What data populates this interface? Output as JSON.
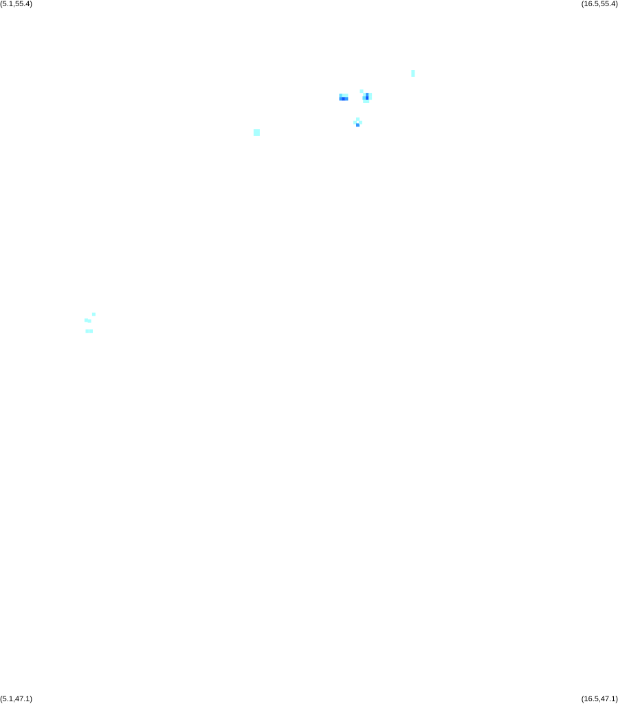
{
  "map": {
    "corners": {
      "top_left": "(5.1,55.4)",
      "top_right": "(16.5,55.4)",
      "bottom_left": "(5.1,47.1)",
      "bottom_right": "(16.5,47.1)"
    },
    "extent": {
      "lon_min": 5.1,
      "lon_max": 16.5,
      "lat_min": 47.1,
      "lat_max": 55.4
    },
    "colors": {
      "background": "#ffffff",
      "low": "#aaffff",
      "low_mid": "#66ddff",
      "mid": "#3399ff",
      "high": "#1155ff"
    },
    "cells": [
      {
        "lon": 12.72,
        "lat": 54.55,
        "level": "low"
      },
      {
        "lon": 12.72,
        "lat": 54.51,
        "level": "low"
      },
      {
        "lon": 11.39,
        "lat": 54.27,
        "level": "low_mid"
      },
      {
        "lon": 11.44,
        "lat": 54.27,
        "level": "low"
      },
      {
        "lon": 11.49,
        "lat": 54.27,
        "level": "low"
      },
      {
        "lon": 11.39,
        "lat": 54.23,
        "level": "mid"
      },
      {
        "lon": 11.44,
        "lat": 54.23,
        "level": "high"
      },
      {
        "lon": 11.49,
        "lat": 54.23,
        "level": "mid"
      },
      {
        "lon": 11.77,
        "lat": 54.32,
        "level": "low"
      },
      {
        "lon": 11.83,
        "lat": 54.28,
        "level": "low"
      },
      {
        "lon": 11.88,
        "lat": 54.28,
        "level": "mid"
      },
      {
        "lon": 11.93,
        "lat": 54.28,
        "level": "low"
      },
      {
        "lon": 11.82,
        "lat": 54.24,
        "level": "low_mid"
      },
      {
        "lon": 11.88,
        "lat": 54.24,
        "level": "high"
      },
      {
        "lon": 11.93,
        "lat": 54.24,
        "level": "low"
      },
      {
        "lon": 11.83,
        "lat": 54.2,
        "level": "low"
      },
      {
        "lon": 11.88,
        "lat": 54.2,
        "level": "low"
      },
      {
        "lon": 11.7,
        "lat": 53.99,
        "level": "low"
      },
      {
        "lon": 11.65,
        "lat": 53.95,
        "level": "low"
      },
      {
        "lon": 11.7,
        "lat": 53.92,
        "level": "mid"
      },
      {
        "lon": 11.75,
        "lat": 53.95,
        "level": "low"
      },
      {
        "lon": 9.81,
        "lat": 53.85,
        "level": "low"
      },
      {
        "lon": 9.86,
        "lat": 53.85,
        "level": "low"
      },
      {
        "lon": 9.81,
        "lat": 53.81,
        "level": "low"
      },
      {
        "lon": 9.86,
        "lat": 53.81,
        "level": "low"
      },
      {
        "lon": 6.83,
        "lat": 51.68,
        "level": "low"
      },
      {
        "lon": 6.69,
        "lat": 51.61,
        "level": "low"
      },
      {
        "lon": 6.75,
        "lat": 51.6,
        "level": "low"
      },
      {
        "lon": 6.71,
        "lat": 51.48,
        "level": "low"
      },
      {
        "lon": 6.78,
        "lat": 51.48,
        "level": "low"
      }
    ]
  }
}
